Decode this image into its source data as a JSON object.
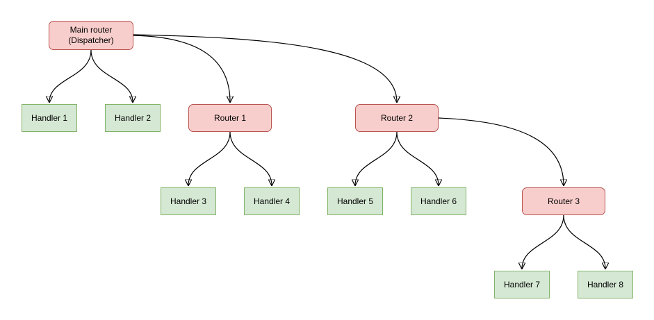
{
  "diagram": {
    "type": "tree",
    "nodes": {
      "main_router": {
        "label": "Main router\n(Dispatcher)",
        "kind": "router"
      },
      "handler_1": {
        "label": "Handler 1",
        "kind": "handler"
      },
      "handler_2": {
        "label": "Handler 2",
        "kind": "handler"
      },
      "router_1": {
        "label": "Router 1",
        "kind": "router"
      },
      "router_2": {
        "label": "Router 2",
        "kind": "router"
      },
      "handler_3": {
        "label": "Handler 3",
        "kind": "handler"
      },
      "handler_4": {
        "label": "Handler 4",
        "kind": "handler"
      },
      "handler_5": {
        "label": "Handler 5",
        "kind": "handler"
      },
      "handler_6": {
        "label": "Handler 6",
        "kind": "handler"
      },
      "router_3": {
        "label": "Router 3",
        "kind": "router"
      },
      "handler_7": {
        "label": "Handler 7",
        "kind": "handler"
      },
      "handler_8": {
        "label": "Handler 8",
        "kind": "handler"
      }
    },
    "edges": [
      {
        "from": "main_router",
        "to": "handler_1"
      },
      {
        "from": "main_router",
        "to": "handler_2"
      },
      {
        "from": "main_router",
        "to": "router_1"
      },
      {
        "from": "main_router",
        "to": "router_2"
      },
      {
        "from": "router_1",
        "to": "handler_3"
      },
      {
        "from": "router_1",
        "to": "handler_4"
      },
      {
        "from": "router_2",
        "to": "handler_5"
      },
      {
        "from": "router_2",
        "to": "handler_6"
      },
      {
        "from": "router_2",
        "to": "router_3"
      },
      {
        "from": "router_3",
        "to": "handler_7"
      },
      {
        "from": "router_3",
        "to": "handler_8"
      }
    ],
    "colors": {
      "router_fill": "#f8cecc",
      "router_border": "#b85450",
      "handler_fill": "#d5e8d4",
      "handler_border": "#82b366",
      "edge": "#000000",
      "background": "#ffffff"
    }
  }
}
